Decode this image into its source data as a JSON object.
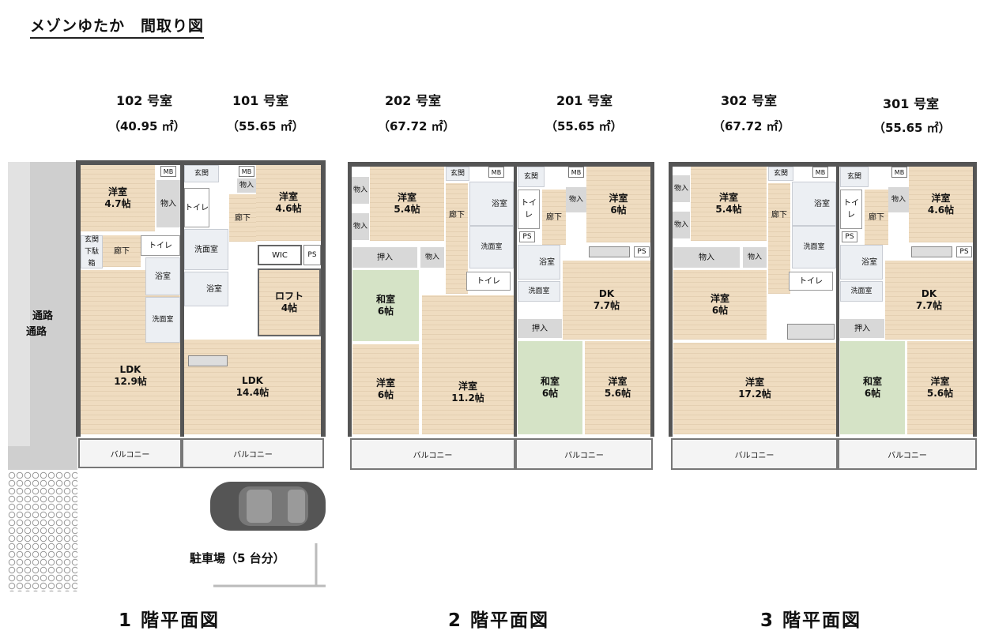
{
  "title": "メゾンゆたか　間取り図",
  "units": {
    "u102": {
      "name": "102 号室",
      "area": "（40.95 ㎡）"
    },
    "u101": {
      "name": "101 号室",
      "area": "（55.65 ㎡）"
    },
    "u202": {
      "name": "202 号室",
      "area": "（67.72 ㎡）"
    },
    "u201": {
      "name": "201 号室",
      "area": "（55.65 ㎡）"
    },
    "u302": {
      "name": "302 号室",
      "area": "（67.72 ㎡）"
    },
    "u301": {
      "name": "301 号室",
      "area": "（55.65 ㎡）"
    }
  },
  "floors": {
    "f1": "1 階平面図",
    "f2": "2 階平面図",
    "f3": "3 階平面図"
  },
  "labels": {
    "road": "通路",
    "parking": "駐車場（5 台分）",
    "balcony": "バルコニー",
    "entrance": "玄関",
    "hallway": "廊下",
    "toilet": "トイレ",
    "washroom": "洗面室",
    "bath": "浴室",
    "washroom_alt": "洗面室",
    "storage": "物入",
    "closet": "押入",
    "wic": "WIC",
    "shoebox": "下駄箱",
    "mb": "MB",
    "ps": "PS",
    "western": "洋室",
    "japanese": "和室",
    "ldk": "LDK",
    "dk": "DK",
    "loft": "ロフト"
  },
  "sizes": {
    "s47": "4.7帖",
    "s46": "4.6帖",
    "s4": "4帖",
    "s129": "12.9帖",
    "s144": "14.4帖",
    "s54": "5.4帖",
    "s6": "6帖",
    "s112": "11.2帖",
    "s77": "7.7帖",
    "s56": "5.6帖",
    "s172": "17.2帖"
  },
  "colors": {
    "wood": "#efdcc0",
    "tatami": "#d5e3c6",
    "wall": "#555555",
    "road": "#cfcfcf"
  }
}
